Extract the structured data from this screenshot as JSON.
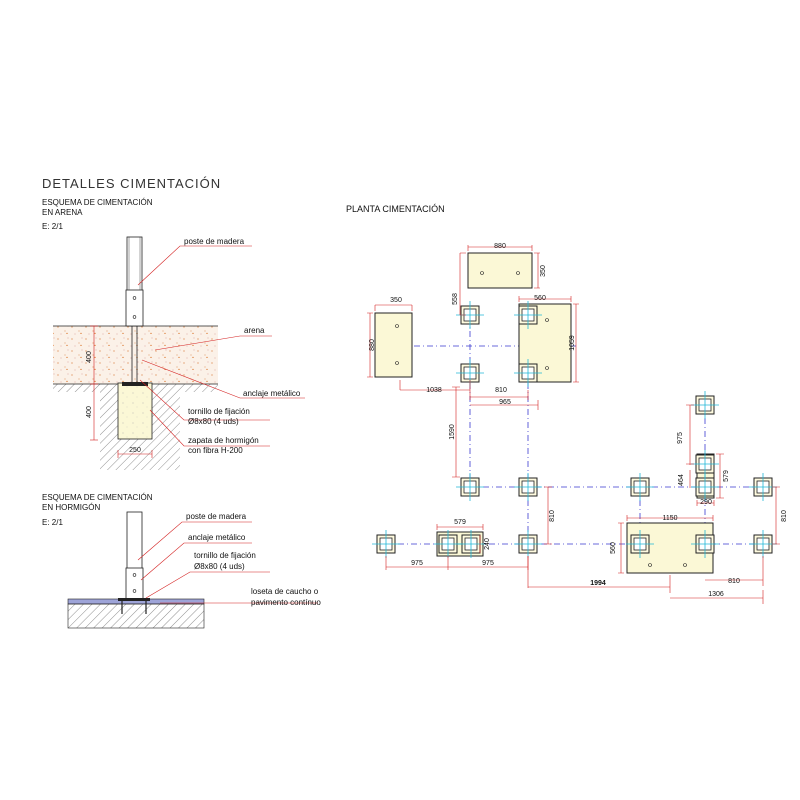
{
  "header": {
    "title": "DETALLES CIMENTACIÓN"
  },
  "detail_sand": {
    "caption_1": "ESQUEMA DE CIMENTACIÓN",
    "caption_2": "EN ARENA",
    "scale": "E: 2/1",
    "labels": {
      "post": "poste de madera",
      "sand": "arena",
      "anchor": "anclaje metálico",
      "bolt_1": "tornillo de fijación",
      "bolt_2": "Ø8x80 (4 uds)",
      "footing_1": "zapata de hormigón",
      "footing_2": "con fibra H-200"
    },
    "dims": {
      "sand_depth": "400",
      "footing_depth": "400",
      "footing_width": "250"
    }
  },
  "detail_concrete": {
    "caption_1": "ESQUEMA DE CIMENTACIÓN",
    "caption_2": "EN HORMIGÓN",
    "scale": "E: 2/1",
    "labels": {
      "post": "poste de madera",
      "anchor": "anclaje metálico",
      "bolt_1": "tornillo de fijación",
      "bolt_2": "Ø8x80 (4 uds)",
      "tile_1": "loseta de caucho o",
      "tile_2": "pavimento contínuo"
    }
  },
  "plan": {
    "title": "PLANTA CIMENTACIÓN",
    "dims": {
      "d880_top": "880",
      "d350_top": "350",
      "d558": "558",
      "d350_left": "350",
      "d880_left": "880",
      "d560_top": "560",
      "d1059": "1059",
      "d1038": "1038",
      "d810_a": "810",
      "d965": "965",
      "d1590": "1590",
      "d975_right": "975",
      "d579_right": "579",
      "d464": "464",
      "d290": "290",
      "d810_b": "810",
      "d810_c": "810",
      "d579_left": "579",
      "d240": "240",
      "d975_a": "975",
      "d975_b": "975",
      "d1150": "1150",
      "d560_bottom": "560",
      "d810_d": "810",
      "d1994": "1994",
      "d1306": "1306"
    }
  },
  "colors": {
    "concrete_fill": "#fbf8d6",
    "dimension_red": "#d42020",
    "axis_blue": "#3a3ad0",
    "cyan_cross": "#22b8d8"
  }
}
